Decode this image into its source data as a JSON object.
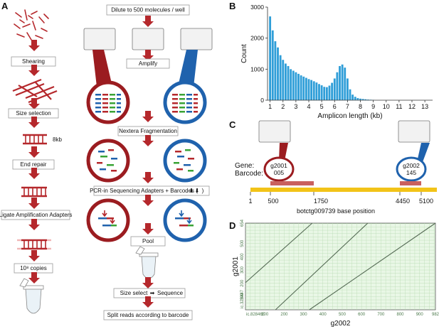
{
  "panels": {
    "a": "A",
    "b": "B",
    "c": "C",
    "d": "D"
  },
  "panel_a": {
    "left_steps": [
      "Shearing",
      "Size selection",
      "End repair",
      "Ligate Amplification Adapters",
      "10⁸ copies"
    ],
    "size_label": "8kb",
    "right_steps": [
      "Dilute to 500 molecules / well",
      "Amplify",
      "Nextera Fragmentation",
      "PCR-in Sequencing Adapters + Barcodes (",
      "Pool",
      "Size select",
      "Sequence",
      "Split reads according to barcode"
    ]
  },
  "colors": {
    "red": "#b5282c",
    "blue": "#1f62ad",
    "green": "#3aa335",
    "yellow": "#f2c318",
    "bar": "#2f9ed8",
    "dotplot_bg": "#e9f7e6"
  },
  "chart_data": [
    {
      "type": "bar",
      "xlabel": "Amplicon length (kb)",
      "ylabel": "Count",
      "xlim": [
        0.8,
        13.6
      ],
      "ylim": [
        0,
        3000
      ],
      "x_ticks": [
        1,
        2,
        3,
        4,
        5,
        6,
        7,
        8,
        9,
        10,
        11,
        12,
        13
      ],
      "y_ticks": [
        0,
        1000,
        2000,
        3000
      ],
      "bin_width": 0.2,
      "x": [
        1.0,
        1.2,
        1.4,
        1.6,
        1.8,
        2.0,
        2.2,
        2.4,
        2.6,
        2.8,
        3.0,
        3.2,
        3.4,
        3.6,
        3.8,
        4.0,
        4.2,
        4.4,
        4.6,
        4.8,
        5.0,
        5.2,
        5.4,
        5.6,
        5.8,
        6.0,
        6.2,
        6.4,
        6.6,
        6.8,
        7.0,
        7.2,
        7.4,
        7.6,
        7.8,
        8.0,
        8.2,
        8.4,
        8.6,
        8.8,
        9.0
      ],
      "values": [
        2700,
        2250,
        1900,
        1700,
        1450,
        1300,
        1180,
        1100,
        1000,
        950,
        900,
        850,
        800,
        760,
        720,
        680,
        650,
        610,
        570,
        520,
        480,
        430,
        420,
        470,
        560,
        700,
        900,
        1100,
        1150,
        1050,
        700,
        350,
        180,
        110,
        70,
        50,
        40,
        30,
        20,
        15,
        10
      ]
    },
    {
      "type": "line",
      "xlabel": "g2002",
      "ylabel": "g2001",
      "grid": true,
      "x_ticks": [
        "",
        100,
        200,
        300,
        400,
        500,
        600,
        700,
        800,
        900,
        982
      ],
      "x_start_label": "ic.828465",
      "y_ticks": [
        "",
        100,
        200,
        300,
        400,
        500,
        654
      ],
      "y_start_label": "ic.328447",
      "xlim": [
        0,
        982
      ],
      "ylim": [
        0,
        654
      ],
      "series": [
        {
          "x": [
            0,
            345
          ],
          "y": [
            205,
            654
          ]
        },
        {
          "x": [
            155,
            632
          ],
          "y": [
            0,
            654
          ]
        },
        {
          "x": [
            330,
            982
          ],
          "y": [
            0,
            654
          ]
        }
      ]
    }
  ],
  "panel_c": {
    "gene_label": "Gene:",
    "barcode_label": "Barcode:",
    "gene1": "g2001",
    "barcode1": "005",
    "gene2": "g2002",
    "barcode2": "145",
    "ticks": [
      "1",
      "500",
      "1750",
      "4450",
      "5100"
    ],
    "axis_title": "botctg009739  base position"
  }
}
